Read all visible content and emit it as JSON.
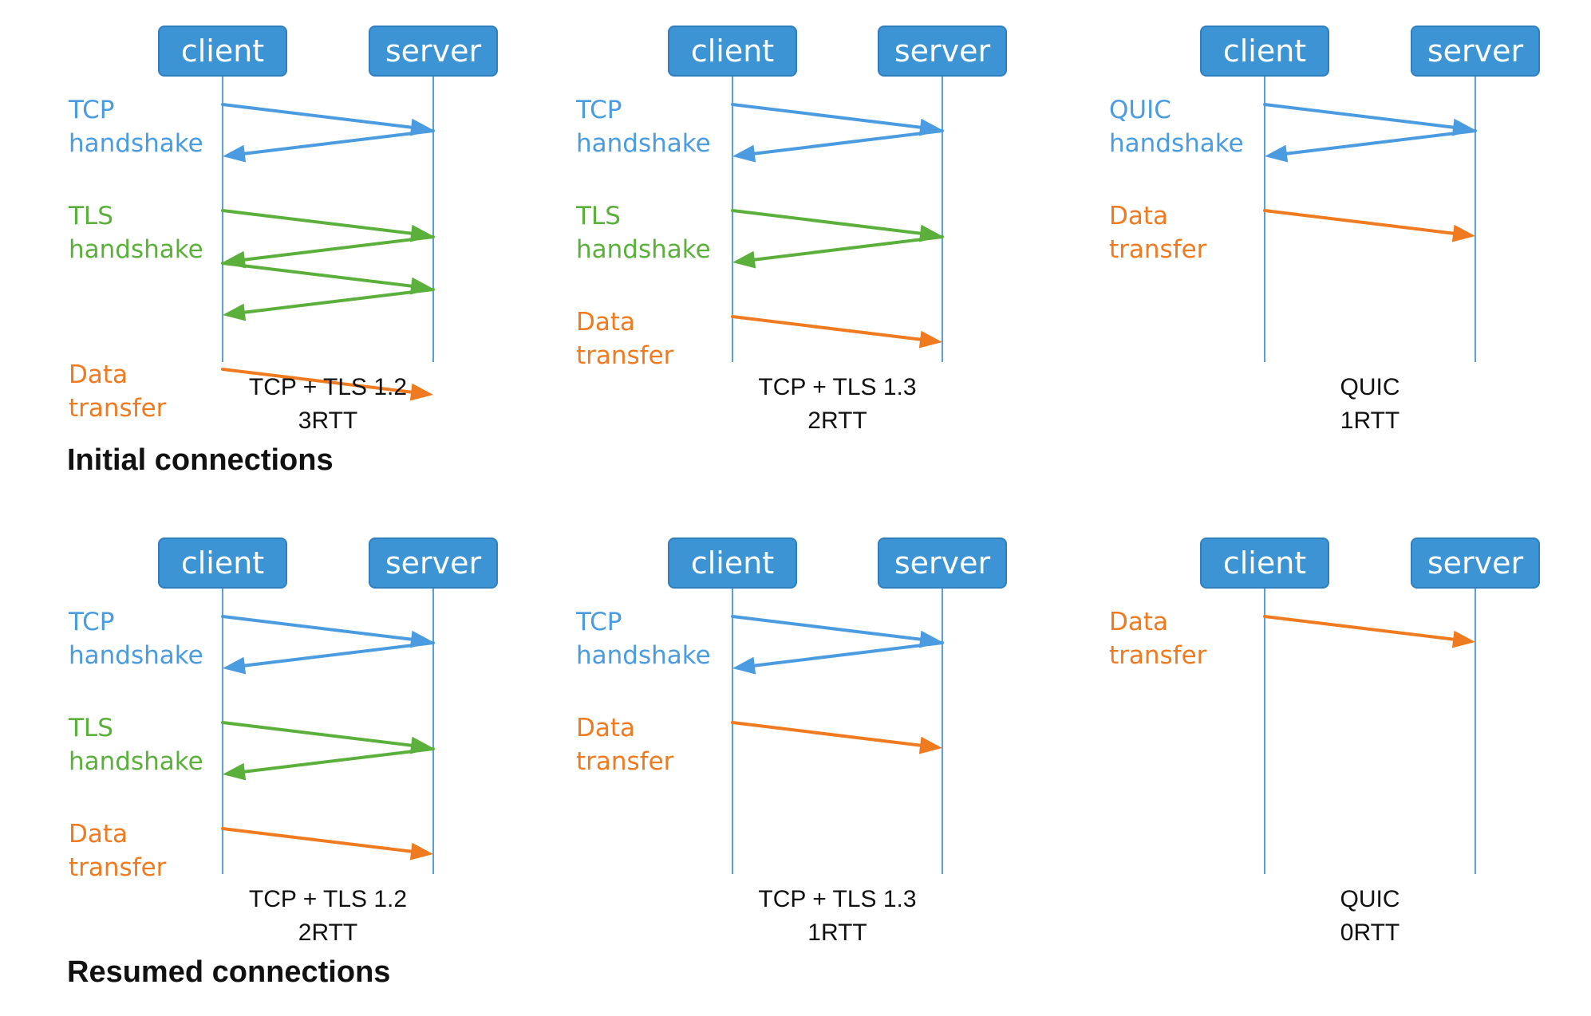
{
  "colors": {
    "tcp": "#4a9be0",
    "tls": "#5bb03c",
    "data": "#f07a1f",
    "box": "#3d94d4"
  },
  "labels": {
    "client": "client",
    "server": "server"
  },
  "sections": {
    "initial": "Initial connections",
    "resumed": "Resumed connections"
  },
  "panels": [
    {
      "id": "p1",
      "caption": [
        "TCP + TLS 1.2",
        "3RTT"
      ],
      "steps": [
        {
          "lines": [
            "TCP",
            "handshake"
          ],
          "color": "tcp",
          "messages": [
            "client-to-server",
            "server-to-client"
          ]
        },
        {
          "lines": [
            "TLS",
            "handshake"
          ],
          "color": "tls",
          "messages": [
            "client-to-server",
            "server-to-client",
            "client-to-server",
            "server-to-client"
          ]
        },
        {
          "lines": [
            "Data",
            "transfer"
          ],
          "color": "data",
          "messages": [
            "client-to-server"
          ]
        }
      ]
    },
    {
      "id": "p2",
      "caption": [
        "TCP + TLS 1.3",
        "2RTT"
      ],
      "steps": [
        {
          "lines": [
            "TCP",
            "handshake"
          ],
          "color": "tcp",
          "messages": [
            "client-to-server",
            "server-to-client"
          ]
        },
        {
          "lines": [
            "TLS",
            "handshake"
          ],
          "color": "tls",
          "messages": [
            "client-to-server",
            "server-to-client"
          ]
        },
        {
          "lines": [
            "Data",
            "transfer"
          ],
          "color": "data",
          "messages": [
            "client-to-server"
          ]
        }
      ]
    },
    {
      "id": "p3",
      "caption": [
        "QUIC",
        "1RTT"
      ],
      "steps": [
        {
          "lines": [
            "QUIC",
            "handshake"
          ],
          "color": "tcp",
          "messages": [
            "client-to-server",
            "server-to-client"
          ]
        },
        {
          "lines": [
            "Data",
            "transfer"
          ],
          "color": "data",
          "messages": [
            "client-to-server"
          ]
        }
      ]
    },
    {
      "id": "p4",
      "caption": [
        "TCP + TLS 1.2",
        "2RTT"
      ],
      "steps": [
        {
          "lines": [
            "TCP",
            "handshake"
          ],
          "color": "tcp",
          "messages": [
            "client-to-server",
            "server-to-client"
          ]
        },
        {
          "lines": [
            "TLS",
            "handshake"
          ],
          "color": "tls",
          "messages": [
            "client-to-server",
            "server-to-client"
          ]
        },
        {
          "lines": [
            "Data",
            "transfer"
          ],
          "color": "data",
          "messages": [
            "client-to-server"
          ]
        }
      ]
    },
    {
      "id": "p5",
      "caption": [
        "TCP + TLS 1.3",
        "1RTT"
      ],
      "steps": [
        {
          "lines": [
            "TCP",
            "handshake"
          ],
          "color": "tcp",
          "messages": [
            "client-to-server",
            "server-to-client"
          ]
        },
        {
          "lines": [
            "Data",
            "transfer"
          ],
          "color": "data",
          "messages": [
            "client-to-server"
          ]
        }
      ]
    },
    {
      "id": "p6",
      "caption": [
        "QUIC",
        "0RTT"
      ],
      "steps": [
        {
          "lines": [
            "Data",
            "transfer"
          ],
          "color": "data",
          "messages": [
            "client-to-server"
          ]
        }
      ]
    }
  ]
}
